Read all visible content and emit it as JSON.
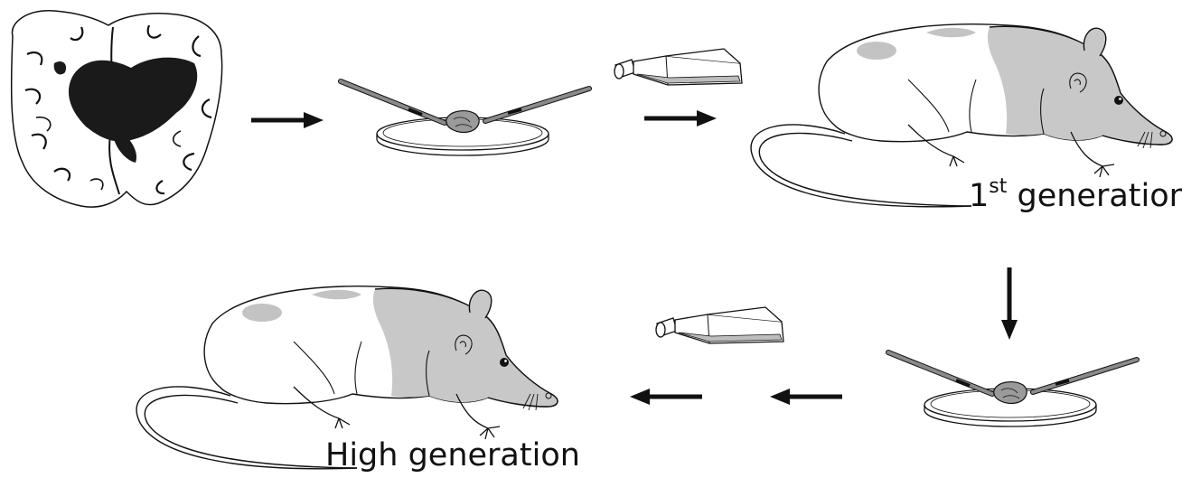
{
  "labels": {
    "first_generation_number": "1",
    "first_generation_superscript": "st",
    "first_generation_text": " generation",
    "high_generation": "High generation"
  },
  "colors": {
    "ink": "#111111",
    "fur_gray": "#c8c8c8",
    "patch_gray": "#c3c3c3",
    "flask_liquid": "#bdbdbd",
    "tool_gray": "#8a8a8a",
    "background": "#ffffff"
  },
  "icons": [
    "brain-section-icon",
    "petri-dish-with-forceps-icon",
    "culture-flask-icon",
    "mouse-icon",
    "arrow-right-icon",
    "arrow-down-icon",
    "arrow-left-icon"
  ]
}
